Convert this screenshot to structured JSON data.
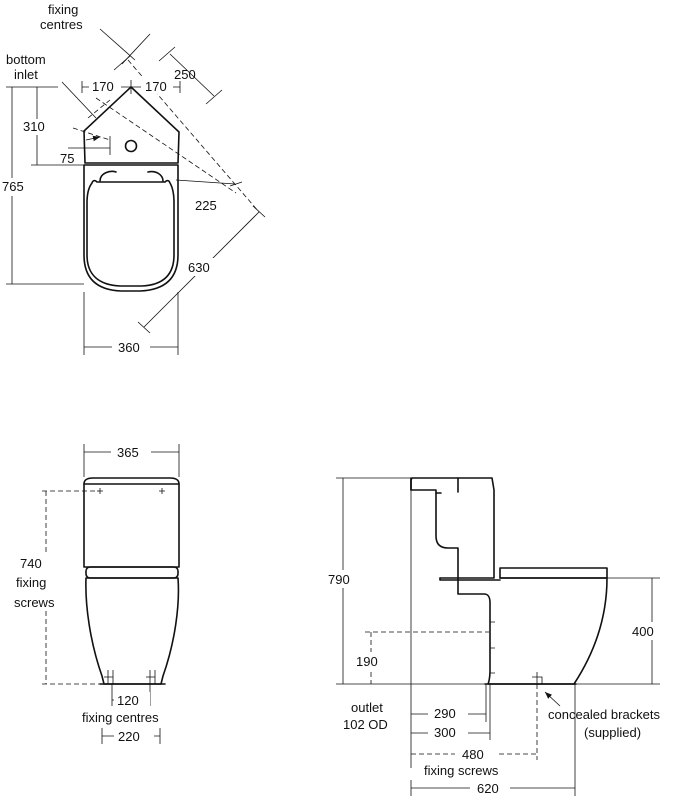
{
  "plan_view": {
    "labels": {
      "fixing_centres_line1": "fixing",
      "fixing_centres_line2": "centres",
      "bottom_inlet_line1": "bottom",
      "bottom_inlet_line2": "inlet"
    },
    "dimensions": {
      "d250": "250",
      "d170_left": "170",
      "d170_right": "170",
      "d310": "310",
      "d75": "75",
      "d765": "765",
      "d225": "225",
      "d630": "630",
      "d360": "360"
    }
  },
  "front_view": {
    "dimensions": {
      "d365": "365",
      "d740": "740",
      "d120": "120",
      "d220": "220"
    },
    "labels": {
      "fixing_line": "fixing",
      "screws_line": "screws",
      "fixing_centres": "fixing centres"
    }
  },
  "side_view": {
    "dimensions": {
      "d790": "790",
      "d400": "400",
      "d190": "190",
      "d290": "290",
      "d300": "300",
      "d480": "480",
      "d620": "620"
    },
    "labels": {
      "outlet": "outlet",
      "outlet_od": "102 OD",
      "concealed_brackets": "concealed brackets",
      "supplied": "(supplied)",
      "fixing_screws": "fixing screws"
    }
  }
}
